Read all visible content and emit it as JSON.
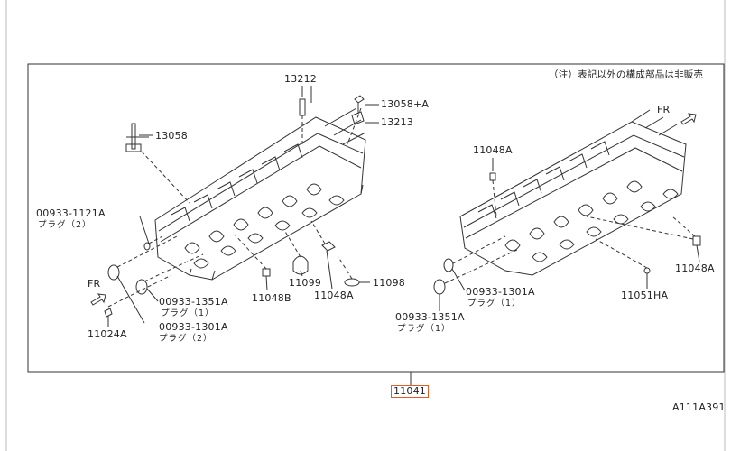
{
  "note": "（注）表記以外の構成部品は非販売",
  "diagram_code": "A111A391",
  "assembly_part": "11041",
  "front_marker": "FR",
  "callouts": {
    "p13212": "13212",
    "p13058a": "13058+A",
    "p13213": "13213",
    "p13058": "13058",
    "p00933_1121a": "00933-1121A",
    "plug2_a": "プラグ（2）",
    "p11099": "11099",
    "p11098": "11098",
    "p11048a_left": "11048A",
    "p11048b": "11048B",
    "p00933_1351a_left": "00933-1351A",
    "plug1_a": "プラグ（1）",
    "p00933_1301a_left": "00933-1301A",
    "plug2_b": "プラグ（2）",
    "p11024a": "11024A",
    "p11048a_right": "11048A",
    "p00933_1301a_right": "00933-1301A",
    "plug1_b": "プラグ（1）",
    "p00933_1351a_right": "00933-1351A",
    "plug1_c": "プラグ（1）",
    "p11048a_far": "11048A",
    "p11051ha": "11051HA"
  }
}
